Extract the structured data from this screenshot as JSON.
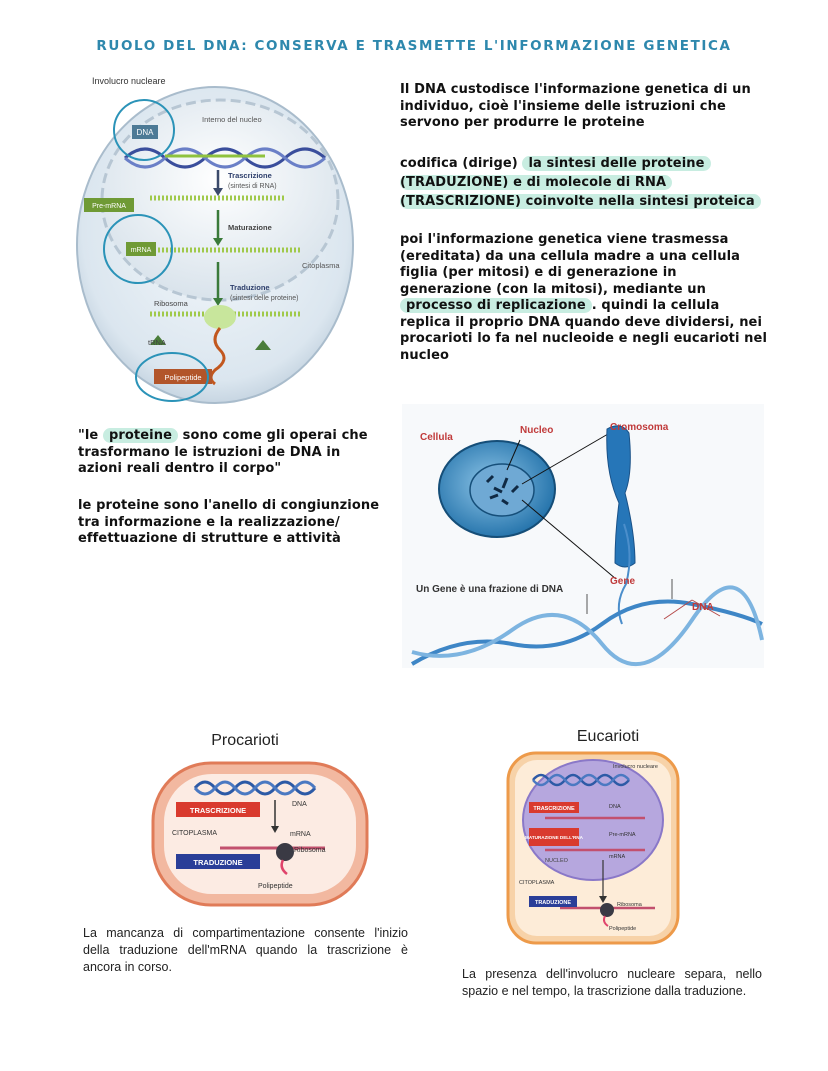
{
  "title": "RUOLO DEL DNA: CONSERVA E TRASMETTE L'INFORMAZIONE GENETICA",
  "cell_diagram": {
    "involucro": "Involucro nucleare",
    "interno": "Interno del nucleo",
    "dna": "DNA",
    "trascrizione": "Trascrizione",
    "trascrizione_sub": "(sintesi di RNA)",
    "pre_mrna": "Pre-mRNA",
    "maturazione": "Maturazione",
    "mrna": "mRNA",
    "citoplasma": "Citoplasma",
    "traduzione": "Traduzione",
    "traduzione_sub": "(sintesi delle proteine)",
    "ribosoma": "Ribosoma",
    "trna": "tRNA",
    "polipeptide": "Polipeptide"
  },
  "text_block_1": "Il DNA custodisce l'informazione genetica di un individuo, cioè l'insieme delle istruzioni che servono per produrre le proteine",
  "text_block_2": {
    "a": "codifica (dirige) ",
    "b": "la sintesi delle proteine",
    "c": "(TRADUZIONE) e di molecole di RNA",
    "d": "(TRASCRIZIONE) coinvolte nella sintesi proteica"
  },
  "text_block_3": {
    "a": "poi l'informazione genetica viene trasmessa (ereditata) da una cellula madre a una cellula figlia (per mitosi) e di generazione in generazione (con la mitosi), mediante un ",
    "b": "processo di replicazione",
    "c": ". quindi la cellula replica il proprio DNA quando deve dividersi, nei procarioti lo fa nel nucleoide e negli eucarioti nel nucleo"
  },
  "quote": {
    "a": "\"le ",
    "b": "proteine",
    "c": " sono come gli operai che trasformano le istruzioni de DNA in azioni reali dentro il corpo\""
  },
  "text_block_4": "le proteine sono l'anello di congiunzione tra informazione e la realizzazione/ effettuazione di strutture e attività",
  "gene_diagram": {
    "cellula": "Cellula",
    "nucleo": "Nucleo",
    "cromosoma": "Cromosoma",
    "gene_caption": "Un Gene è una frazione di DNA",
    "gene": "Gene",
    "dna": "DNA"
  },
  "procarioti": {
    "title": "Procarioti",
    "trascrizione": "TRASCRIZIONE",
    "dna": "DNA",
    "citoplasma": "CITOPLASMA",
    "mrna": "mRNA",
    "ribosoma": "Ribosoma",
    "traduzione": "TRADUZIONE",
    "polipeptide": "Polipeptide",
    "caption": "La mancanza di compartimentazione consente l'inizio della traduzione dell'mRNA quando la trascrizione è ancora in corso."
  },
  "eucarioti": {
    "title": "Eucarioti",
    "involucro": "Involucro nucleare",
    "trascrizione": "TRASCRIZIONE",
    "dna": "DNA",
    "maturazione": "MATURAZIONE DELL'RNA",
    "pre_mrna": "Pre-mRNA",
    "nucleo": "NUCLEO",
    "mrna": "mRNA",
    "citoplasma": "CITOPLASMA",
    "traduzione": "TRADUZIONE",
    "ribosoma": "Ribosoma",
    "polipeptide": "Polipeptide",
    "caption": "La presenza dell'involucro nucleare separa, nello spazio e nel tempo, la trascrizione dalla traduzione."
  }
}
